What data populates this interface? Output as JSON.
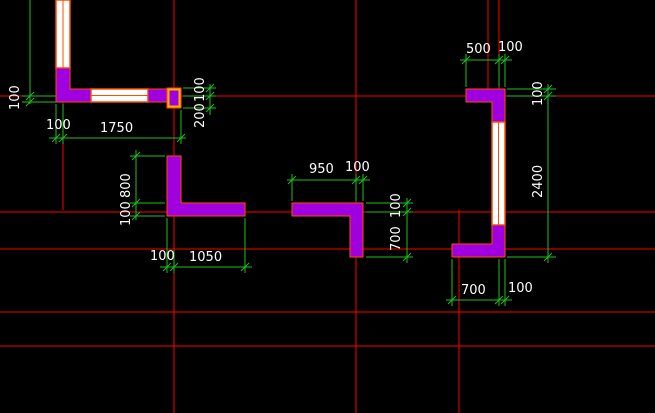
{
  "colors": {
    "background": "#000000",
    "axis_line": "#ff0000",
    "wall_fill": "#a000e0",
    "wall_outline": "#ff4d00",
    "opening_fill": "#ffffff",
    "dimension_line": "#1fbf1f",
    "dimension_text": "#ffffff",
    "column_fill": "#ffb000"
  },
  "dimensions": {
    "top_left_100_left": "100",
    "top_left_100_below": "100",
    "top_left_1750": "1750",
    "column_100": "100",
    "column_200": "200",
    "l_shape_800": "800",
    "l_shape_100_vert": "100",
    "l_shape_100_horiz": "100",
    "l_shape_1050": "1050",
    "mid_950": "950",
    "mid_100": "100",
    "mid_100_vert": "100",
    "mid_700": "700",
    "right_500": "500",
    "right_100_top": "100",
    "right_100_side": "100",
    "right_2400": "2400",
    "right_700": "700",
    "right_100_bottom": "100"
  }
}
